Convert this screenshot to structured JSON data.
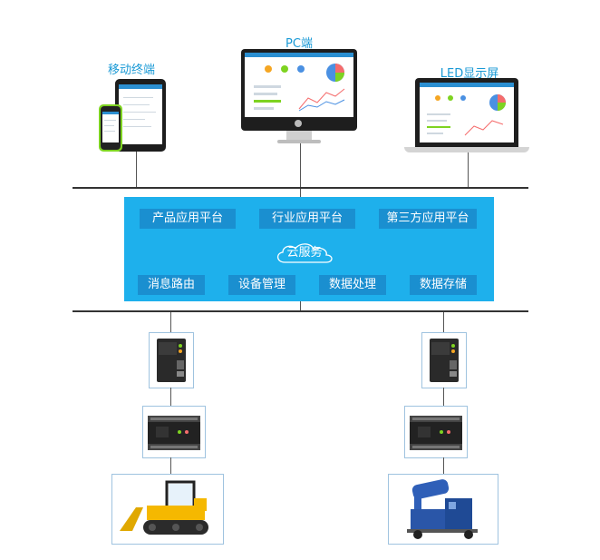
{
  "devices": {
    "mobile_label": "移动终端",
    "pc_label": "PC端",
    "led_label": "LED显示屏"
  },
  "cloud": {
    "top_services": [
      "产品应用平台",
      "行业应用平台",
      "第三方应用平台"
    ],
    "center_label": "云服务",
    "bottom_services": [
      "消息路由",
      "设备管理",
      "数据处理",
      "数据存储"
    ]
  },
  "colors": {
    "panel": "#1eb0ec",
    "service_box": "#1a8fd0",
    "device_label": "#1a9ad6",
    "frame_border": "#9fc3df"
  },
  "field_icons": {
    "gateway": "gateway-module-icon",
    "plc": "plc-controller-icon",
    "left_machine": "bulldozer-icon",
    "right_machine": "fog-cannon-icon"
  }
}
